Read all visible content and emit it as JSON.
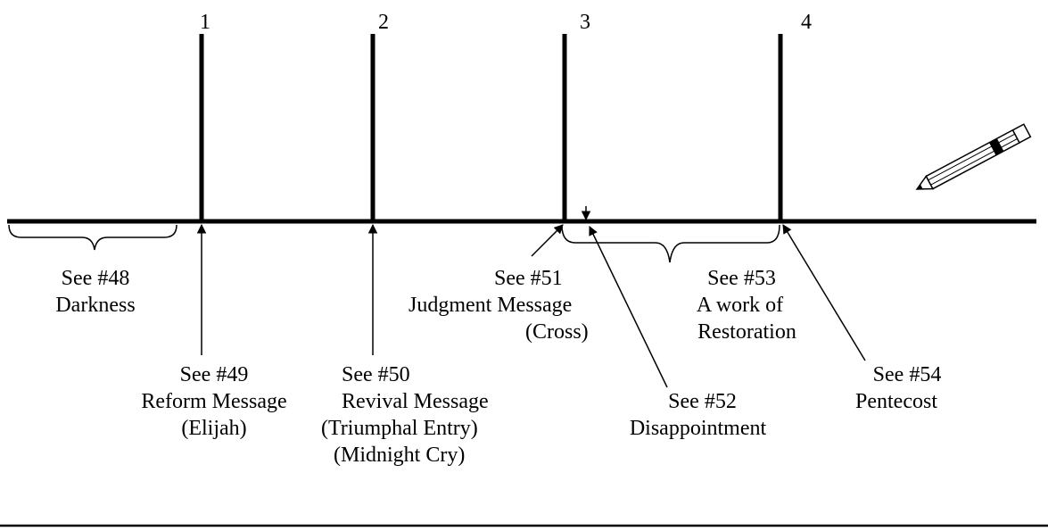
{
  "markers": [
    {
      "id": "1",
      "label": "1"
    },
    {
      "id": "2",
      "label": "2"
    },
    {
      "id": "3",
      "label": "3"
    },
    {
      "id": "4",
      "label": "4"
    }
  ],
  "annotations": {
    "darkness": {
      "ref": "See #48",
      "lines": [
        "Darkness"
      ]
    },
    "reform": {
      "ref": "See #49",
      "lines": [
        "Reform Message",
        "(Elijah)"
      ]
    },
    "revival": {
      "ref": "See #50",
      "lines": [
        "Revival Message",
        "(Triumphal Entry)",
        "(Midnight Cry)"
      ]
    },
    "judgment": {
      "ref": "See #51",
      "lines": [
        "Judgment Message",
        "(Cross)"
      ]
    },
    "disappointment": {
      "ref": "See #52",
      "lines": [
        "Disappointment"
      ]
    },
    "restoration": {
      "ref": "See #53",
      "lines": [
        "A work of",
        "Restoration"
      ]
    },
    "pentecost": {
      "ref": "See #54",
      "lines": [
        "Pentecost"
      ]
    }
  },
  "decoration": {
    "pencil_icon": "pencil-icon"
  }
}
